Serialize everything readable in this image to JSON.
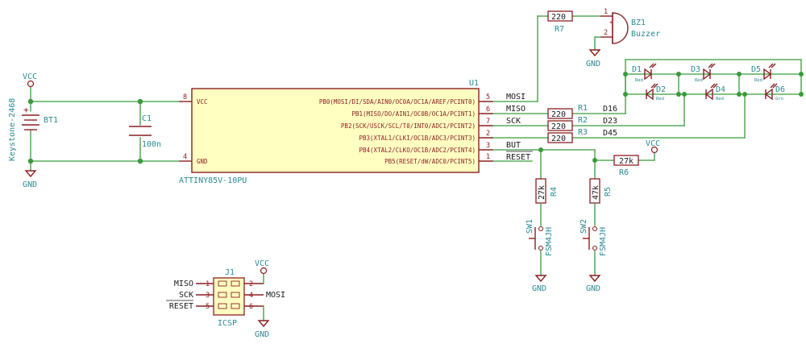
{
  "u1": {
    "ref": "U1",
    "value": "ATTINY85V-10PU",
    "left_pins": [
      {
        "name": "VCC",
        "num": "8"
      },
      {
        "name": "GND",
        "num": "4"
      }
    ],
    "right_pins": [
      {
        "name": "PB0(MOSI/DI/SDA/AIN0/OC0A/OC1A/AREF/PCINT0)",
        "num": "5",
        "net": "MOSI"
      },
      {
        "name": "PB1(MISO/DO/AIN1/OC0B/OC1A/PCINT1)",
        "num": "6",
        "net": "MISO"
      },
      {
        "name": "PB2(SCK/USCK/SCL/T0/INT0/ADC1/PCINT2)",
        "num": "7",
        "net": "SCK"
      },
      {
        "name": "PB3(XTAL1/CLKI/OC1B/ADC3/PCINT3)",
        "num": "2",
        "net": ""
      },
      {
        "name": "PB4(XTAL2/CLKO/OC1B/ADC2/PCINT4)",
        "num": "3",
        "net": "BUT"
      },
      {
        "name": "PB5(RESET/dW/ADC0/PCINT5)",
        "num": "1",
        "net": "RESET"
      }
    ]
  },
  "bt1": {
    "ref": "BT1",
    "value": "Keystone-2468",
    "plus": "+"
  },
  "c1": {
    "ref": "C1",
    "value": "100n"
  },
  "resistors": {
    "r1": {
      "ref": "R1",
      "value": "220",
      "net": "D16"
    },
    "r2": {
      "ref": "R2",
      "value": "220",
      "net": "D23"
    },
    "r3": {
      "ref": "R3",
      "value": "220",
      "net": "D45"
    },
    "r4": {
      "ref": "R4",
      "value": "27k"
    },
    "r5": {
      "ref": "R5",
      "value": "47k"
    },
    "r6": {
      "ref": "R6",
      "value": "27k"
    },
    "r7": {
      "ref": "R7",
      "value": "220"
    }
  },
  "bz1": {
    "ref": "BZ1",
    "value": "Buzzer",
    "pin1": "1",
    "pin2": "2",
    "plus": "+"
  },
  "leds": {
    "d1": {
      "ref": "D1",
      "value": "Red"
    },
    "d2": {
      "ref": "D2",
      "value": "Red"
    },
    "d3": {
      "ref": "D3",
      "value": "Red"
    },
    "d4": {
      "ref": "D4",
      "value": "Red"
    },
    "d5": {
      "ref": "D5",
      "value": "Red"
    },
    "d6": {
      "ref": "D6",
      "value": "Grn"
    }
  },
  "switches": {
    "sw1": {
      "ref": "SW1",
      "value": "FSM4JH"
    },
    "sw2": {
      "ref": "SW2",
      "value": "FSM4JH"
    }
  },
  "j1": {
    "ref": "J1",
    "value": "ICSP",
    "pins": [
      {
        "num": "1",
        "net": "MISO"
      },
      {
        "num": "2",
        "net": ""
      },
      {
        "num": "3",
        "net": "SCK"
      },
      {
        "num": "4",
        "net": "MOSI"
      },
      {
        "num": "5",
        "net": "RESET"
      },
      {
        "num": "6",
        "net": ""
      }
    ]
  },
  "power": {
    "vcc": "VCC",
    "gnd": "GND"
  },
  "colors": {
    "wire": "#399a3a",
    "component": "#8c1f22",
    "label": "#2a8a94",
    "body_fill": "#ffffc2"
  }
}
